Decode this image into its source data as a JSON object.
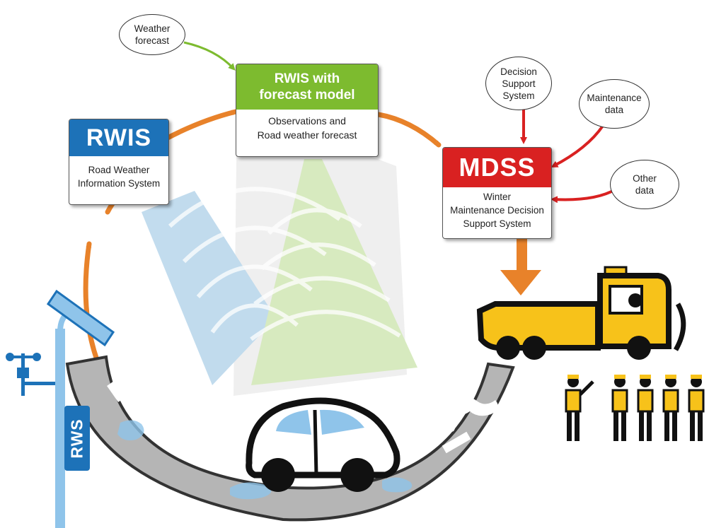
{
  "nodes": {
    "weather_forecast": "Weather\nforecast",
    "decision_support": "Decision\nSupport\nSystem",
    "maintenance_data": "Maintenance\ndata",
    "other_data": "Other\ndata"
  },
  "boxes": {
    "rwis": {
      "title": "RWIS",
      "subtitle": "Road Weather\nInformation System"
    },
    "rwis_forecast": {
      "title": "RWIS with\nforecast model",
      "subtitle": "Observations and\nRoad weather forecast"
    },
    "mdss": {
      "title": "MDSS",
      "subtitle": "Winter\nMaintenance Decision\nSupport System"
    }
  },
  "station_label": "RWS",
  "colors": {
    "rwis_blue": "#1d72b8",
    "forecast_green": "#7dbb2f",
    "mdss_red": "#d92121",
    "flow_orange": "#e8822a",
    "input_green": "#7dbb2f",
    "input_red": "#d92121",
    "vehicle_yellow": "#f7c21a",
    "car_blue": "#8fc4ea",
    "road_gray": "#b5b5b5"
  }
}
